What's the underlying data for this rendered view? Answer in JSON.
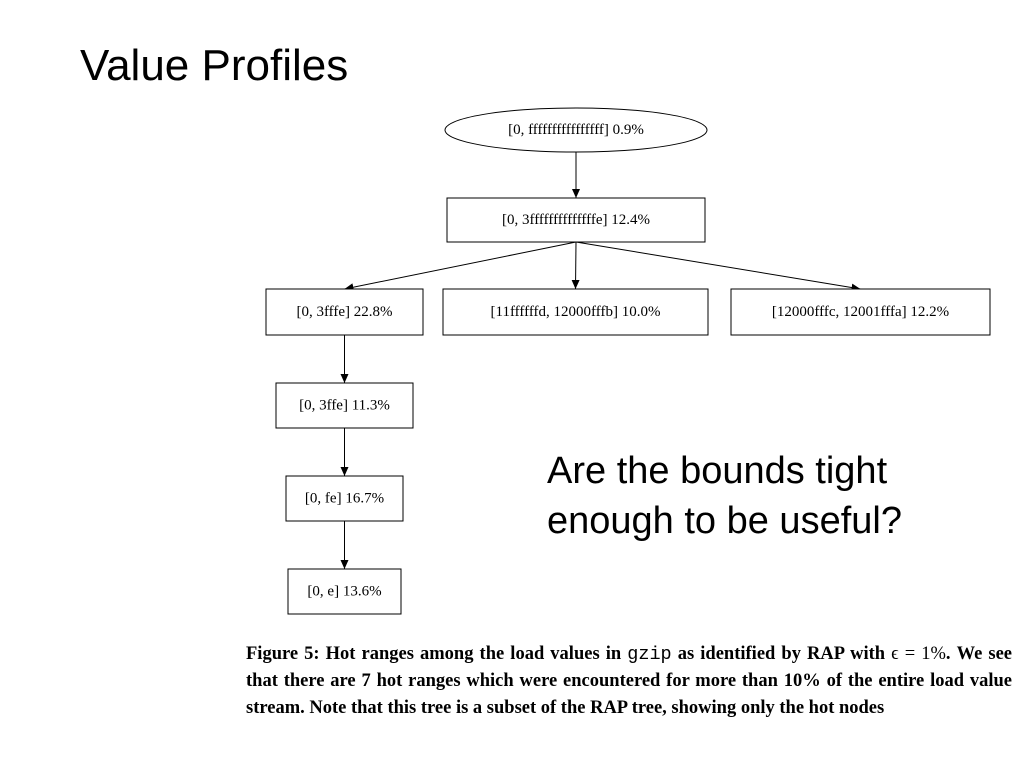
{
  "slide": {
    "title": "Value Profiles",
    "question_lines": [
      "Are the bounds tight",
      "enough to be useful?"
    ]
  },
  "tree": {
    "nodes": [
      {
        "id": "root",
        "label": "[0, ffffffffffffffff] 0.9%",
        "shape": "ellipse"
      },
      {
        "id": "n1",
        "label": "[0, 3ffffffffffffffe] 12.4%",
        "shape": "box"
      },
      {
        "id": "n2",
        "label": "[0, 3fffe] 22.8%",
        "shape": "box"
      },
      {
        "id": "n3",
        "label": "[11ffffffd, 12000fffb] 10.0%",
        "shape": "box"
      },
      {
        "id": "n4",
        "label": "[12000fffc, 12001fffa] 12.2%",
        "shape": "box"
      },
      {
        "id": "n5",
        "label": "[0, 3ffe] 11.3%",
        "shape": "box"
      },
      {
        "id": "n6",
        "label": "[0, fe] 16.7%",
        "shape": "box"
      },
      {
        "id": "n7",
        "label": "[0, e] 13.6%",
        "shape": "box"
      }
    ],
    "edges": [
      [
        "root",
        "n1"
      ],
      [
        "n1",
        "n2"
      ],
      [
        "n1",
        "n3"
      ],
      [
        "n1",
        "n4"
      ],
      [
        "n2",
        "n5"
      ],
      [
        "n5",
        "n6"
      ],
      [
        "n6",
        "n7"
      ]
    ]
  },
  "caption": {
    "prefix": "Figure 5:  Hot ranges among the load values in ",
    "program": "gzip",
    "middle": " as identified by RAP with ",
    "formula": "ϵ = 1%",
    "suffix": ".  We see that there are 7 hot ranges which were encountered for more than 10% of the entire load value stream. Note that this tree is a subset of the RAP tree, showing only the hot nodes"
  }
}
